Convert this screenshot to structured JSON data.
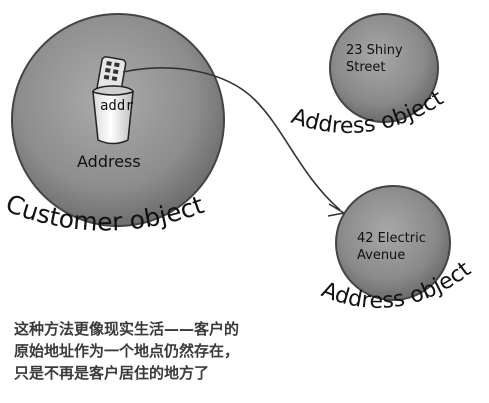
{
  "customer": {
    "caption": "Customer object",
    "cup_label": "addr",
    "field_label": "Address"
  },
  "address_top": {
    "line1": "23 Shiny",
    "line2": "Street",
    "caption": "Address object"
  },
  "address_bottom": {
    "line1": "42 Electric",
    "line2": "Avenue",
    "caption": "Address object"
  },
  "note": {
    "line1": "这种方法更像现实生活——客户的",
    "line2": "原始地址作为一个地点仍然存在，",
    "line3": "只是不再是客户居住的地方了"
  }
}
